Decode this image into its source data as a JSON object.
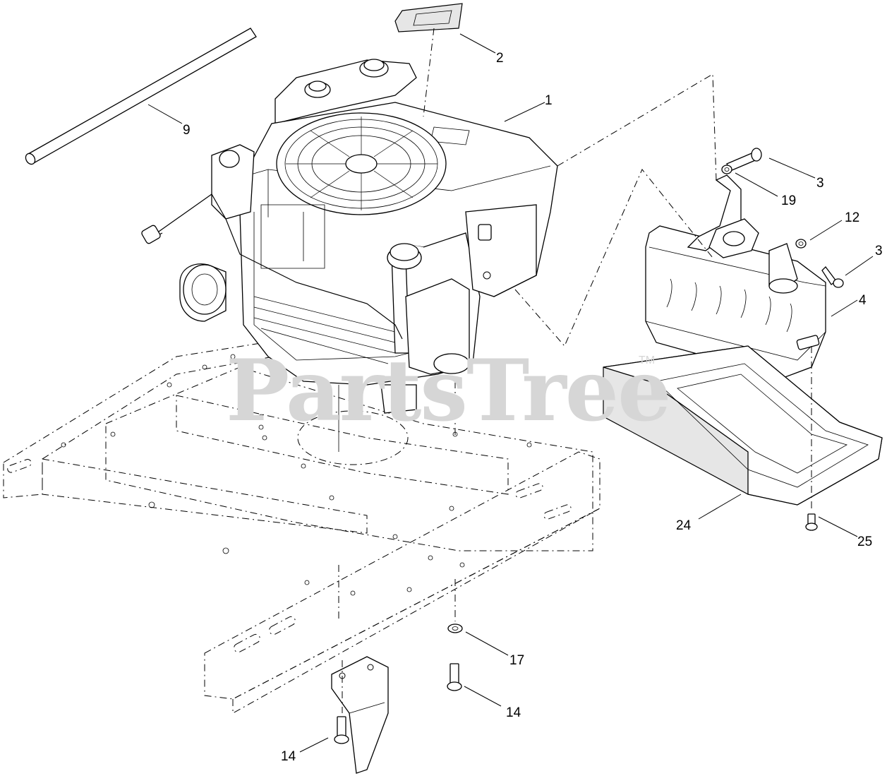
{
  "watermark": {
    "text": "PartsTree",
    "tm": "TM"
  },
  "callouts": [
    {
      "id": "c1",
      "label": "1"
    },
    {
      "id": "c2",
      "label": "2"
    },
    {
      "id": "c3a",
      "label": "3"
    },
    {
      "id": "c3b",
      "label": "3"
    },
    {
      "id": "c4",
      "label": "4"
    },
    {
      "id": "c9",
      "label": "9"
    },
    {
      "id": "c12",
      "label": "12"
    },
    {
      "id": "c14a",
      "label": "14"
    },
    {
      "id": "c14b",
      "label": "14"
    },
    {
      "id": "c17",
      "label": "17"
    },
    {
      "id": "c19",
      "label": "19"
    },
    {
      "id": "c24",
      "label": "24"
    },
    {
      "id": "c25",
      "label": "25"
    }
  ]
}
